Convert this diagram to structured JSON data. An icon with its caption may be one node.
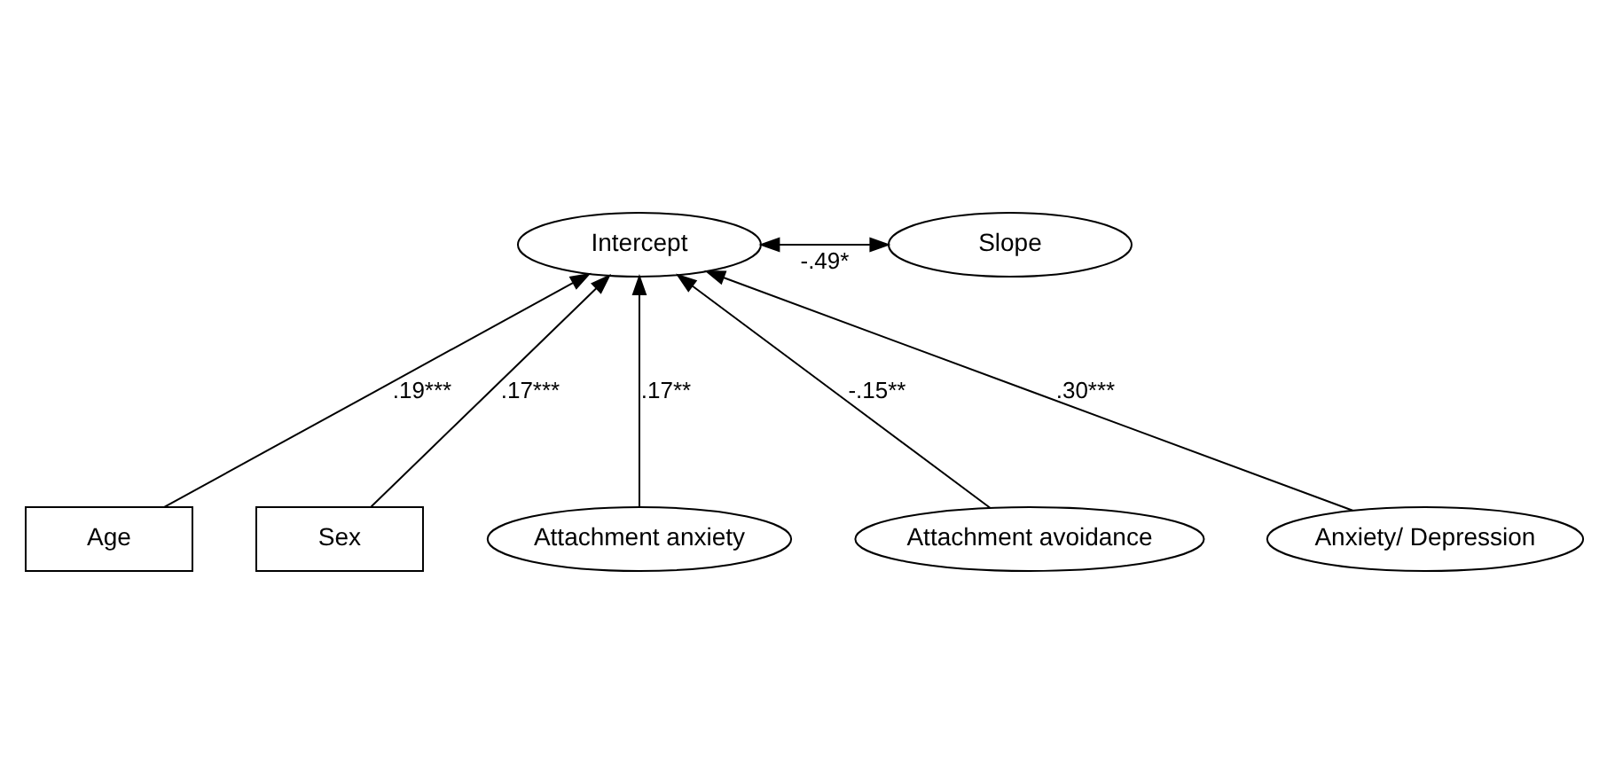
{
  "diagram": {
    "nodes": [
      {
        "text": [
          "Intercept"
        ]
      },
      {
        "text": [
          "Slope"
        ]
      },
      {
        "text": [
          "Age"
        ]
      },
      {
        "text": [
          "Sex"
        ]
      },
      {
        "text": [
          "Attachment anxiety"
        ]
      },
      {
        "text": [
          "Attachment avoidance"
        ]
      },
      {
        "text": [
          "Anxiety/ Depression"
        ]
      }
    ],
    "edges": [
      {
        "from": 0,
        "to": 1,
        "arrow": "both",
        "label": "-.49*"
      },
      {
        "from": 2,
        "to": 0,
        "arrow": "to",
        "label": ".19***"
      },
      {
        "from": 3,
        "to": 0,
        "arrow": "to",
        "label": ".17***"
      },
      {
        "from": 4,
        "to": 0,
        "arrow": "to",
        "label": ".17**"
      },
      {
        "from": 5,
        "to": 0,
        "arrow": "to",
        "label": "-.15**"
      },
      {
        "from": 6,
        "to": 0,
        "arrow": "to",
        "label": ".30***"
      }
    ]
  }
}
